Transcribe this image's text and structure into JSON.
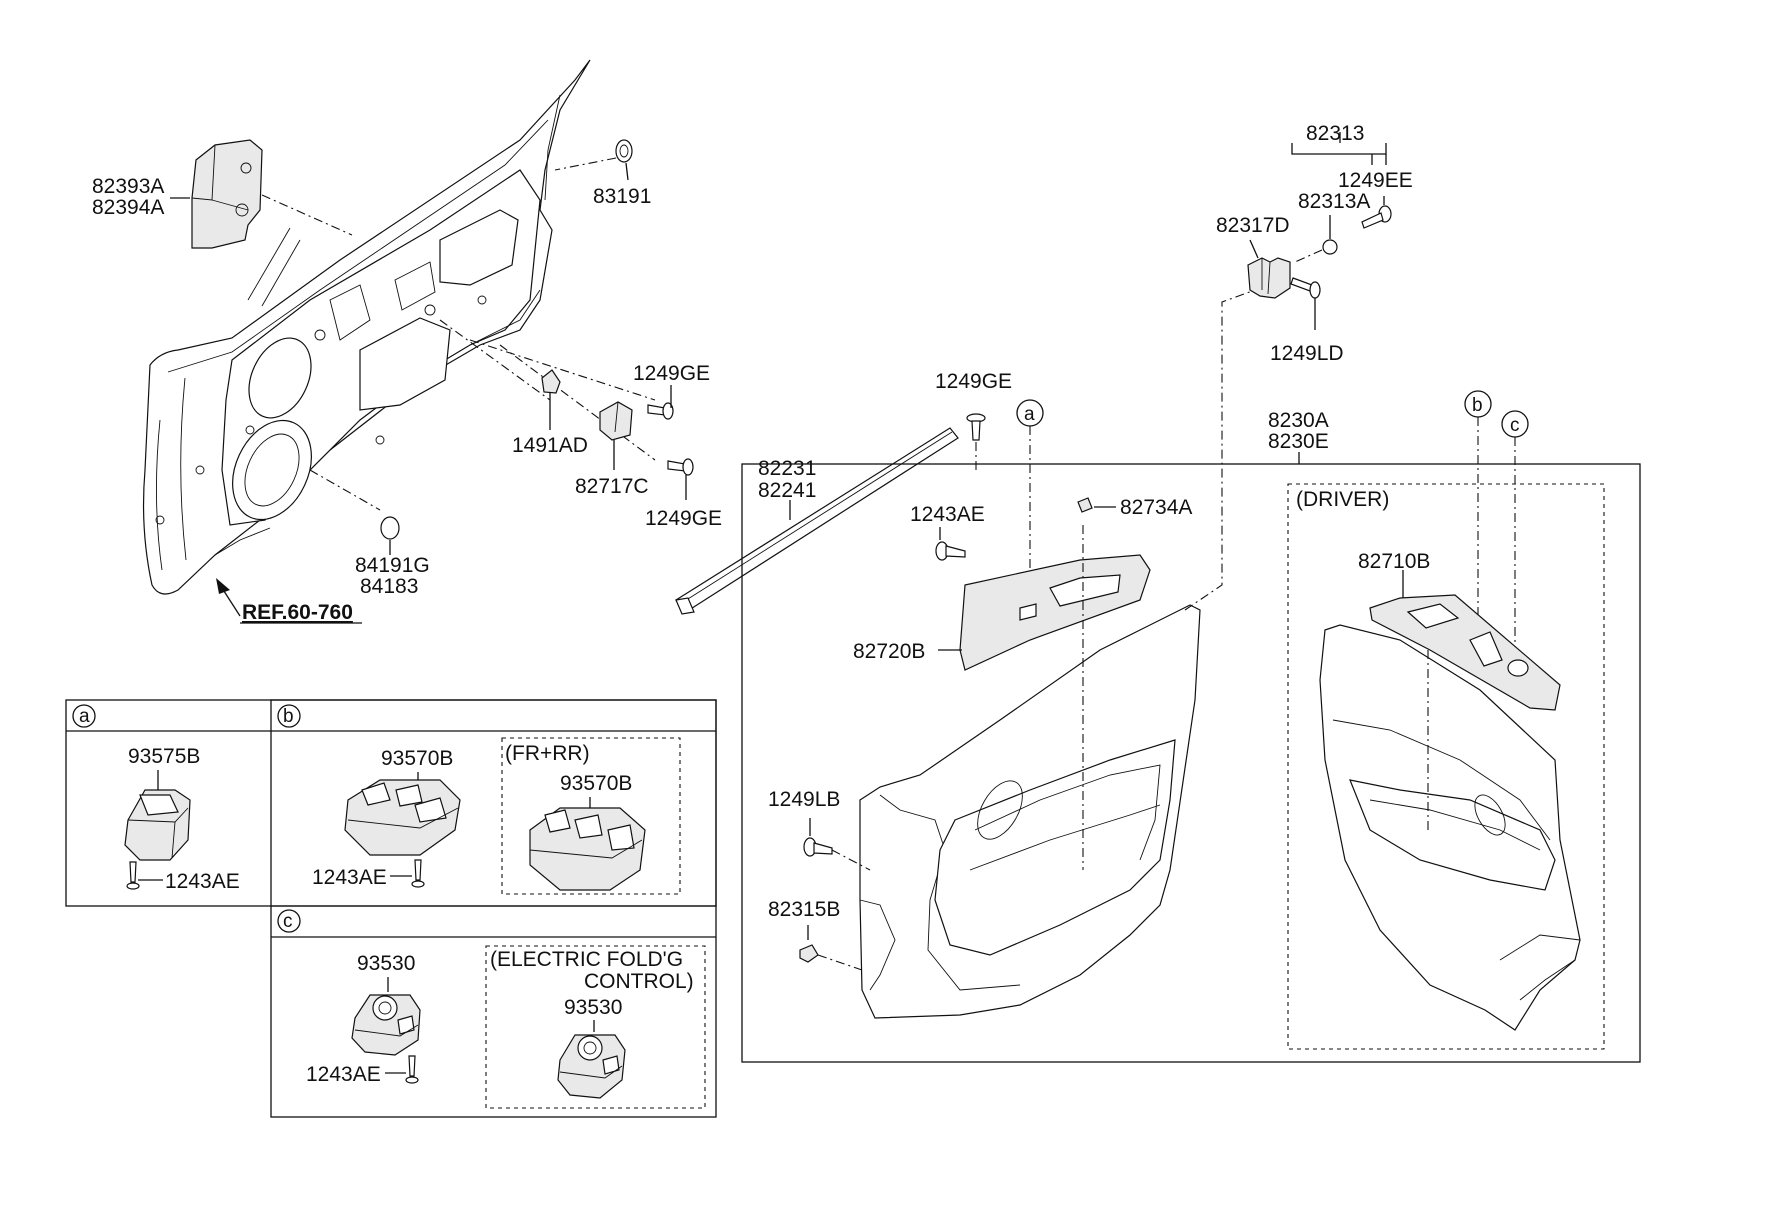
{
  "parts": {
    "p82393A": "82393A",
    "p82394A": "82394A",
    "p83191": "83191",
    "p1249GE_a": "1249GE",
    "p1491AD": "1491AD",
    "p82717C": "82717C",
    "p1249GE_b": "1249GE",
    "p84191G": "84191G",
    "p84183": "84183",
    "ref": "REF.60-760",
    "p82231": "82231",
    "p82241": "82241",
    "p1249GE_c": "1249GE",
    "p1243AE_main": "1243AE",
    "p82734A": "82734A",
    "p82720B": "82720B",
    "p1249LB": "1249LB",
    "p82315B": "82315B",
    "p82313": "82313",
    "p1249EE": "1249EE",
    "p82313A": "82313A",
    "p82317D": "82317D",
    "p1249LD": "1249LD",
    "p8230A": "8230A",
    "p8230E": "8230E",
    "driver": "(DRIVER)",
    "p82710B": "82710B"
  },
  "callouts": {
    "a": "a",
    "b": "b",
    "c": "c"
  },
  "table": {
    "a_label": "a",
    "a_part": "93575B",
    "a_screw": "1243AE",
    "b_label": "b",
    "b_part": "93570B",
    "b_screw": "1243AE",
    "b_option": "(FR+RR)",
    "b_option_part": "93570B",
    "c_label": "c",
    "c_part": "93530",
    "c_screw": "1243AE",
    "c_option_line1": "(ELECTRIC FOLD'G",
    "c_option_line2": "CONTROL)",
    "c_option_part": "93530"
  }
}
